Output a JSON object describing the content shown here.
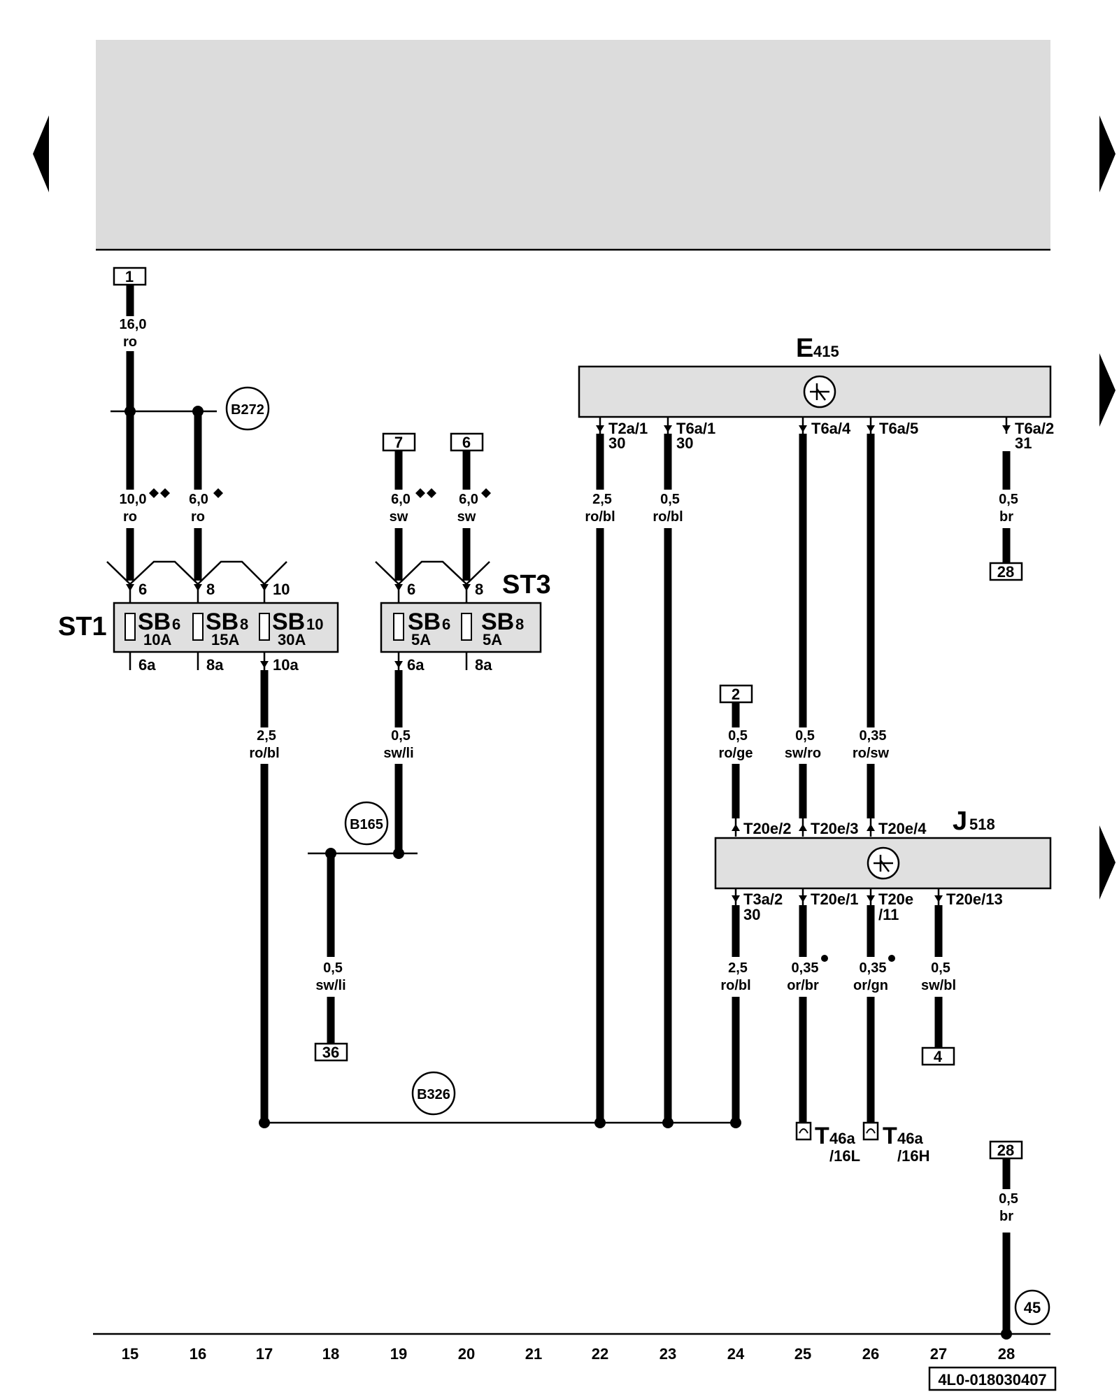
{
  "diagram": {
    "refs": {
      "r1": "1",
      "r7": "7",
      "r6": "6",
      "r2": "2",
      "r36": "36",
      "r4": "4",
      "r28a": "28",
      "r28b": "28"
    },
    "wire_labels": {
      "w1": [
        "16,0",
        "ro"
      ],
      "w2": [
        "10,0",
        "ro"
      ],
      "w3": [
        "6,0",
        "ro"
      ],
      "w4": [
        "6,0",
        "sw"
      ],
      "w5": [
        "6,0",
        "sw"
      ],
      "w6": [
        "2,5",
        "ro/bl"
      ],
      "w7": [
        "0,5",
        "sw/li"
      ],
      "w8": [
        "0,5",
        "sw/li"
      ],
      "w9": [
        "2,5",
        "ro/bl"
      ],
      "w10": [
        "0,5",
        "ro/bl"
      ],
      "w11": [
        "0,5",
        "br"
      ],
      "w12": [
        "0,5",
        "ro/ge"
      ],
      "w13": [
        "0,5",
        "sw/ro"
      ],
      "w14": [
        "0,35",
        "ro/sw"
      ],
      "w15": [
        "2,5",
        "ro/bl"
      ],
      "w16": [
        "0,35",
        "or/br"
      ],
      "w17": [
        "0,35",
        "or/gn"
      ],
      "w18": [
        "0,5",
        "sw/bl"
      ],
      "w19": [
        "0,5",
        "br"
      ]
    },
    "connectors": {
      "b272": "B272",
      "b165": "B165",
      "b326": "B326",
      "c45": "45"
    },
    "st1": {
      "name": "ST1",
      "fuses": [
        {
          "name": "SB",
          "sub": "6",
          "rating": "10A",
          "in": "6",
          "out": "6a"
        },
        {
          "name": "SB",
          "sub": "8",
          "rating": "15A",
          "in": "8",
          "out": "8a"
        },
        {
          "name": "SB",
          "sub": "10",
          "rating": "30A",
          "in": "10",
          "out": "10a"
        }
      ]
    },
    "st3": {
      "name": "ST3",
      "fuses": [
        {
          "name": "SB",
          "sub": "6",
          "rating": "5A",
          "in": "6",
          "out": "6a"
        },
        {
          "name": "SB",
          "sub": "8",
          "rating": "5A",
          "in": "8",
          "out": "8a"
        }
      ]
    },
    "e415": {
      "name": "E",
      "sub": "415",
      "pins": [
        {
          "label": "T2a/1",
          "term": "30"
        },
        {
          "label": "T6a/1",
          "term": "30"
        },
        {
          "label": "T6a/4",
          "term": ""
        },
        {
          "label": "T6a/5",
          "term": ""
        },
        {
          "label": "T6a/2",
          "term": "31"
        }
      ]
    },
    "j518": {
      "name": "J",
      "sub": "518",
      "top_pins": [
        "T20e/2",
        "T20e/3",
        "T20e/4"
      ],
      "bottom_pins": [
        {
          "label": "T3a/2",
          "term": "30"
        },
        {
          "label": "T20e/1",
          "term": ""
        },
        {
          "label": "T20e",
          "term": "/11"
        },
        {
          "label": "T20e/13",
          "term": ""
        }
      ]
    },
    "t46a": [
      {
        "name": "T",
        "sub": "46a",
        "pin": "/16L"
      },
      {
        "name": "T",
        "sub": "46a",
        "pin": "/16H"
      }
    ],
    "columns": [
      "15",
      "16",
      "17",
      "18",
      "19",
      "20",
      "21",
      "22",
      "23",
      "24",
      "25",
      "26",
      "27",
      "28"
    ],
    "footer_code": "4L0-018030407"
  }
}
